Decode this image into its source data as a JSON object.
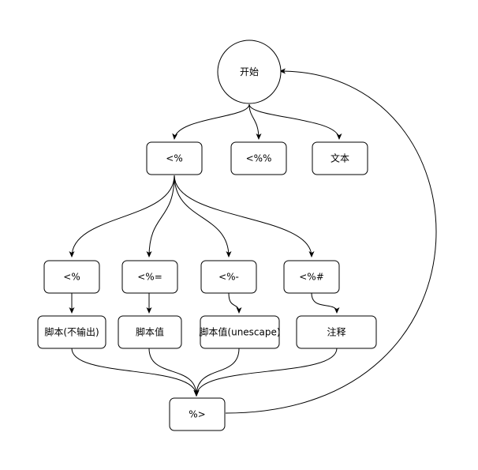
{
  "diagram": {
    "nodes": {
      "start": "开始",
      "open_tag": "<%",
      "literal_tag": "<%%",
      "text": "文本",
      "scriptlet_tag": "<%",
      "output_tag": "<%=",
      "unescape_tag": "<%-",
      "comment_tag": "<%#",
      "scriptlet": "脚本(不输出)",
      "value": "脚本值",
      "value_unescape": "脚本值(unescape)",
      "comment": "注释",
      "close_tag": "%>"
    }
  }
}
